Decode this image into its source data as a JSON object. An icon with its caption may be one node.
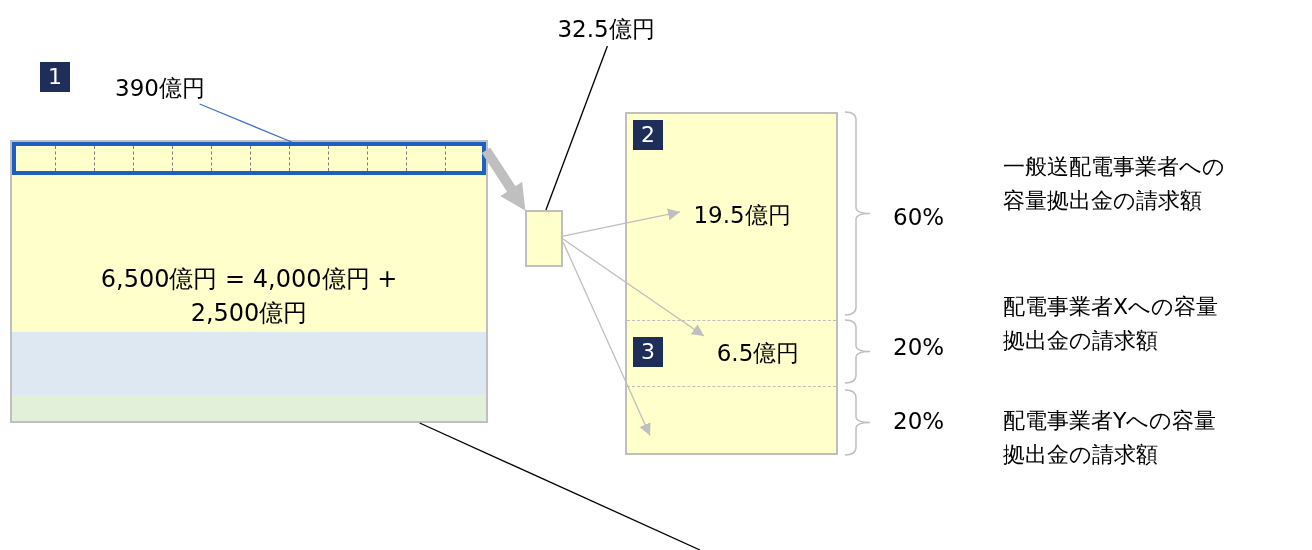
{
  "diagram": {
    "nodes": [
      {
        "text": [
          "1"
        ]
      },
      {
        "text": [
          "390億円"
        ]
      },
      {
        "text": [
          "6,500億円 = 4,000億円 + 2,500億円"
        ]
      },
      {
        "text": [],
        "shape": "bar",
        "in": 2
      },
      {
        "text": [
          "32.5億円"
        ]
      },
      {
        "text": [],
        "shape": "box"
      },
      {
        "text": [],
        "shape": "box"
      },
      {
        "text": [
          "2"
        ],
        "in": 6
      },
      {
        "text": [
          "19.5億円"
        ],
        "in": 6
      },
      {
        "text": [
          "3"
        ],
        "in": 6
      },
      {
        "text": [
          "6.5億円"
        ],
        "in": 6
      },
      {
        "text": [],
        "shape": "box",
        "in": 6
      }
    ],
    "edges": [
      {
        "from": 1,
        "to": 3,
        "arrow": "none",
        "color": "#4472c4"
      },
      {
        "from": 3,
        "to": 5,
        "arrow": "to",
        "style": "thick"
      },
      {
        "from": 4,
        "to": 5,
        "arrow": "none",
        "color": "#000000"
      },
      {
        "from": 5,
        "to": 8,
        "arrow": "to"
      },
      {
        "from": 5,
        "to": 10,
        "arrow": "to"
      },
      {
        "from": 5,
        "to": 11,
        "arrow": "to"
      },
      {
        "from": 2,
        "to": null,
        "arrow": "none",
        "color": "#000000"
      }
    ],
    "labels": [
      "一般送配電事業者への容量拠出金の請求額",
      "60%",
      "配電事業者Xへの容量拠出金の請求額",
      "20%",
      "20%",
      "配電事業者Yへの容量拠出金の請求額"
    ]
  }
}
